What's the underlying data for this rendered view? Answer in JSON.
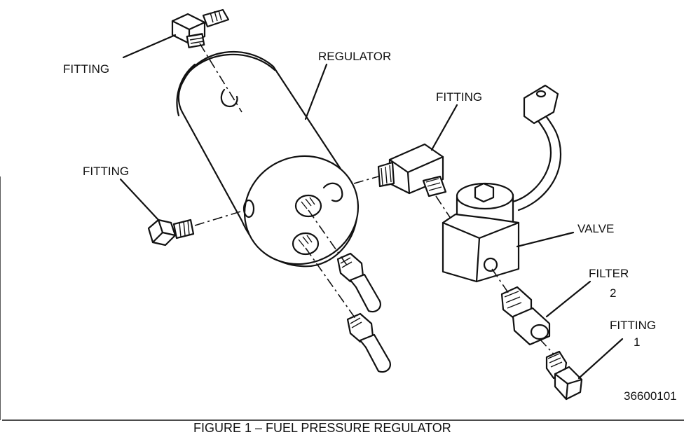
{
  "labels": {
    "fitting_top_left": "FITTING",
    "regulator": "REGULATOR",
    "fitting_top_mid": "FITTING",
    "fitting_left": "FITTING",
    "valve": "VALVE",
    "filter": "FILTER",
    "filter_num": "2",
    "fitting_right": "FITTING",
    "fitting_right_num": "1",
    "part_number": "36600101"
  },
  "caption": "FIGURE 1 – FUEL PRESSURE REGULATOR"
}
